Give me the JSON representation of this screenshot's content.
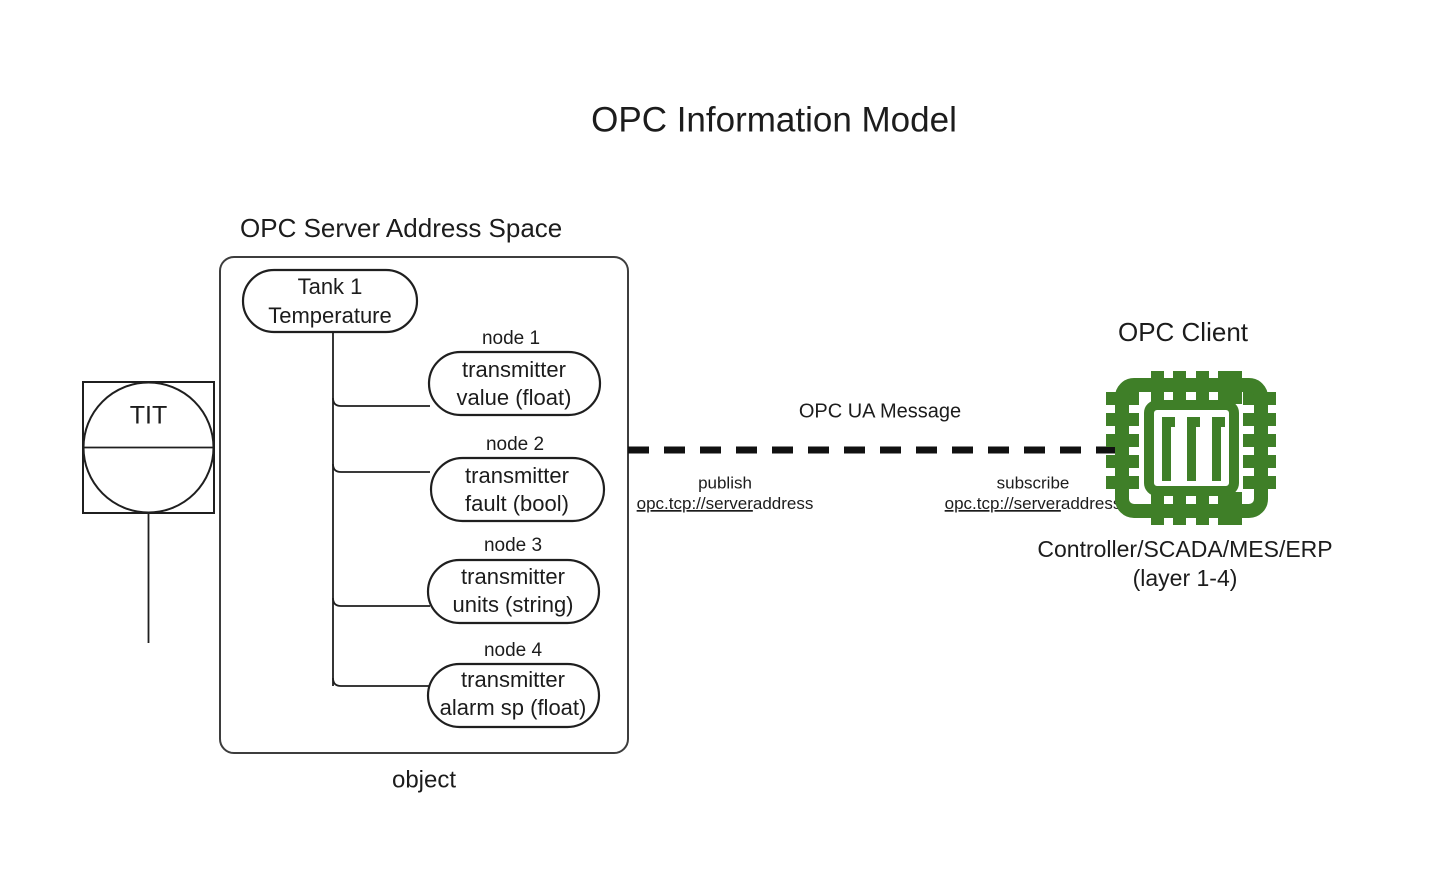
{
  "diagram": {
    "title": "OPC Information Model",
    "background_color": "#ffffff",
    "accent_color": "#3f7f28",
    "line_color": "#1f1f1f"
  },
  "instrument": {
    "tag": "TIT",
    "shape_name": "instrument-bubble"
  },
  "server": {
    "heading": "OPC Server Address Space",
    "container_caption": "object",
    "root_node": {
      "line1": "Tank 1",
      "line2": "Temperature"
    },
    "nodes": [
      {
        "label": "node 1",
        "line1": "transmitter",
        "line2": "value (float)"
      },
      {
        "label": "node 2",
        "line1": "transmitter",
        "line2": "fault (bool)"
      },
      {
        "label": "node 3",
        "line1": "transmitter",
        "line2": "units (string)"
      },
      {
        "label": "node 4",
        "line1": "transmitter",
        "line2": "alarm sp (float)"
      }
    ]
  },
  "link": {
    "message_label": "OPC UA Message",
    "publish": {
      "action": "publish",
      "url_link": "opc.tcp://server",
      "url_rest": "address"
    },
    "subscribe": {
      "action": "subscribe",
      "url_link": "opc.tcp://server",
      "url_rest": "address"
    }
  },
  "client": {
    "heading": "OPC Client",
    "icon_name": "cpu-chip-icon",
    "icon_color": "#3f7f28",
    "caption_line1": "Controller/SCADA/MES/ERP",
    "caption_line2": "(layer 1-4)"
  }
}
